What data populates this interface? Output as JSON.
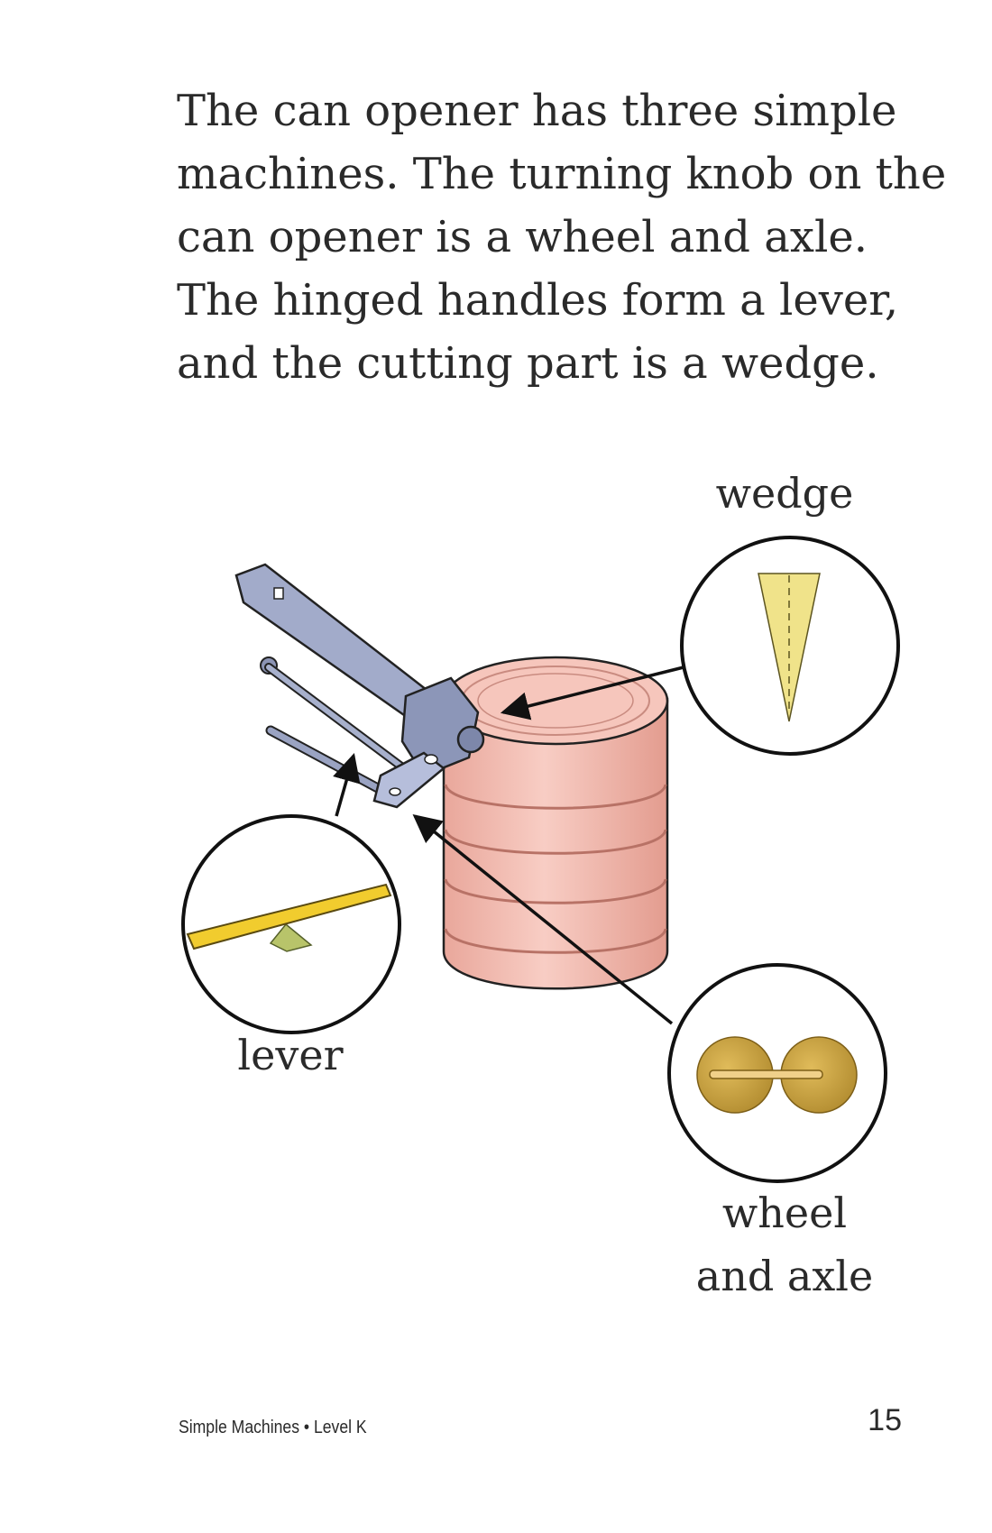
{
  "body": {
    "lines": [
      "The can opener has three simple",
      "machines. The turning knob on the",
      "can opener is a wheel and axle.",
      "The hinged handles form a lever,",
      "and the cutting part is a wedge."
    ]
  },
  "labels": {
    "wedge": "wedge",
    "lever": "lever",
    "wheel_line1": "wheel",
    "wheel_line2": "and axle"
  },
  "footer": {
    "title": "Simple Machines • Level K",
    "page_number": "15"
  },
  "colors": {
    "can": "#f2b3a8",
    "opener": "#9ea8c8",
    "wedge": "#f0e38a",
    "lever_board": "#f1cc2e",
    "lever_fulcrum": "#b8c46a",
    "wheel": "#c9a13e"
  }
}
